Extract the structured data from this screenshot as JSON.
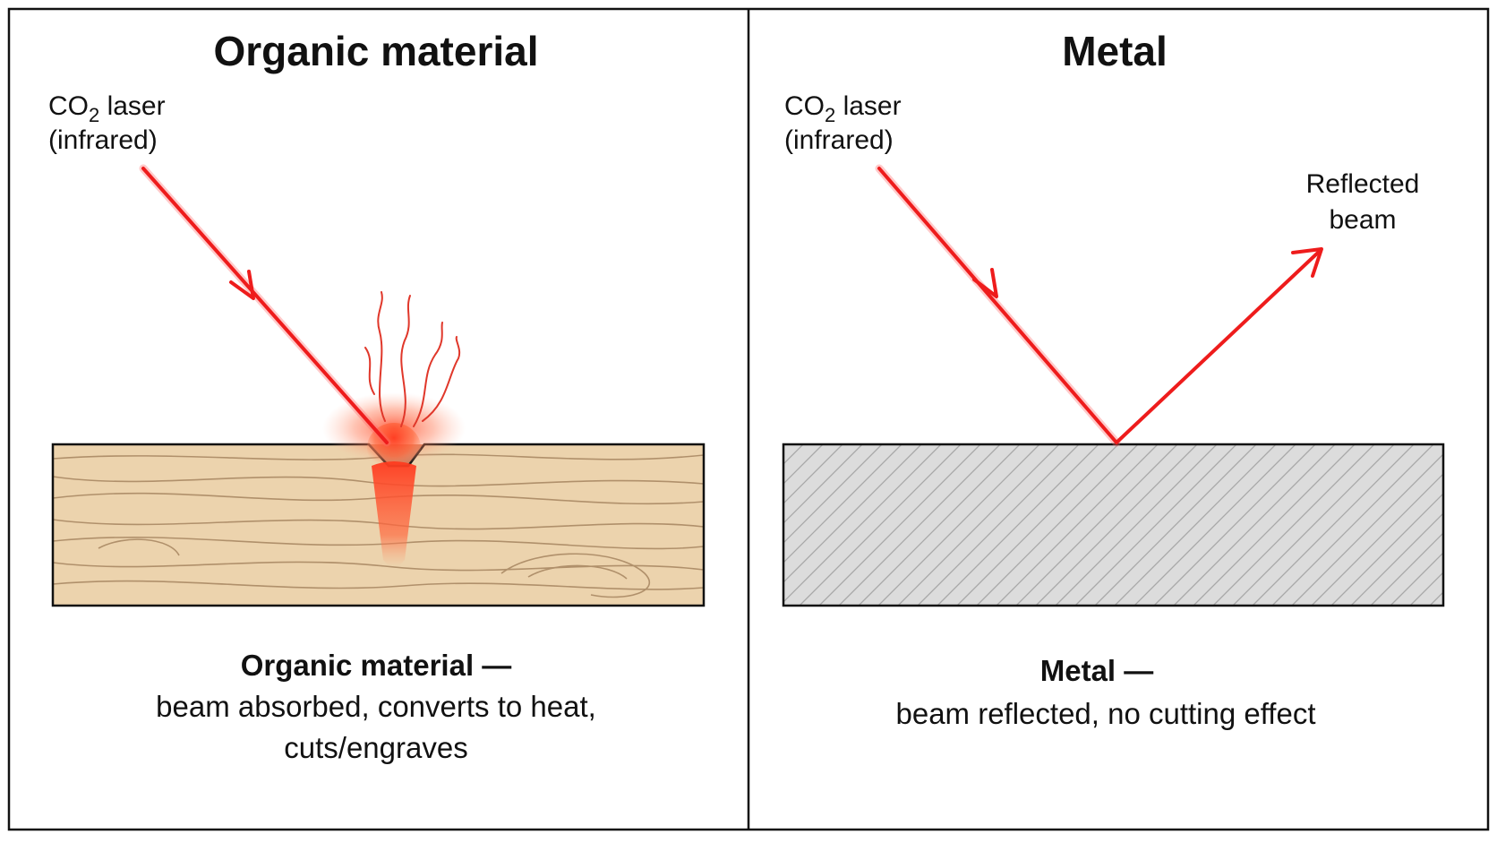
{
  "left_panel": {
    "title": "Organic material",
    "laser_label_line1_main": "CO",
    "laser_label_line1_sub": "2",
    "laser_label_line1_rest": " laser",
    "laser_label_line2": "(infrared)",
    "caption_bold": "Organic material —",
    "caption_line1": "beam absorbed, converts to heat,",
    "caption_line2": "cuts/engraves"
  },
  "right_panel": {
    "title": "Metal",
    "laser_label_line1_main": "CO",
    "laser_label_line1_sub": "2",
    "laser_label_line1_rest": " laser",
    "laser_label_line2": "(infrared)",
    "reflected_line1": "Reflected",
    "reflected_line2": "beam",
    "caption_bold": "Metal —",
    "caption_line1": "beam reflected, no cutting effect"
  },
  "colors": {
    "beam": "#ee1c1c",
    "wood_fill": "#ecd3ad",
    "wood_grain": "#9c7a55",
    "metal_fill": "#dcdcdc",
    "metal_hatch": "#a8a8a8",
    "border": "#111111",
    "burn_glow": "#ff5a36"
  }
}
